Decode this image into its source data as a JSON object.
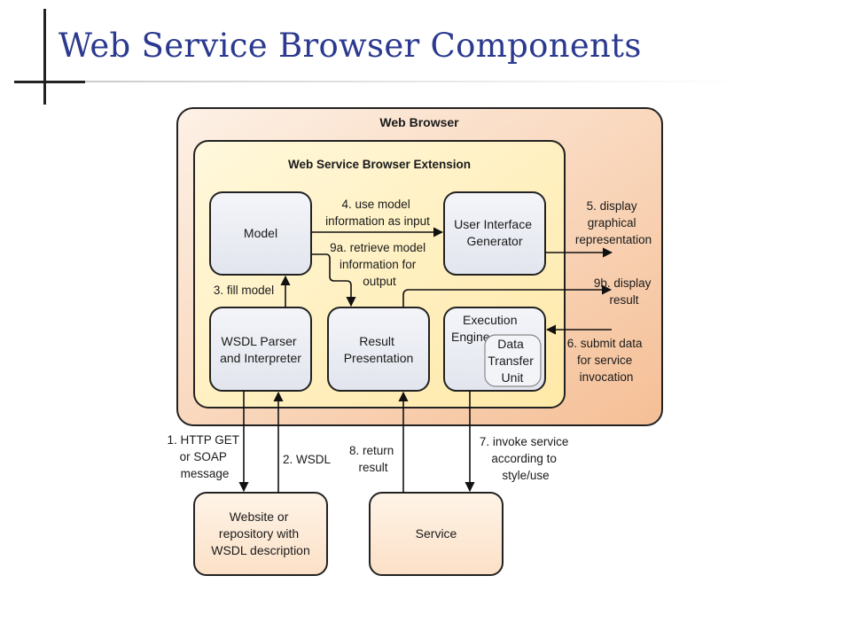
{
  "slide": {
    "title": "Web Service Browser Components"
  },
  "diagram": {
    "web_browser": "Web Browser",
    "extension": "Web Service Browser Extension",
    "boxes": {
      "model": [
        "Model"
      ],
      "ui_generator": [
        "User Interface",
        "Generator"
      ],
      "wsdl_parser": [
        "WSDL Parser",
        "and Interpreter"
      ],
      "result_presentation": [
        "Result",
        "Presentation"
      ],
      "execution_engine": [
        "Execution",
        "Engine"
      ],
      "data_transfer_unit": [
        "Data",
        "Transfer",
        "Unit"
      ],
      "website": [
        "Website or",
        "repository with",
        "WSDL description"
      ],
      "service": [
        "Service"
      ]
    },
    "edges": {
      "e1": [
        "1. HTTP GET",
        "or SOAP",
        "message"
      ],
      "e2": [
        "2. WSDL"
      ],
      "e3": [
        "3. fill model"
      ],
      "e4": [
        "4. use model",
        "information as input"
      ],
      "e5": [
        "5. display",
        "graphical",
        "representation"
      ],
      "e6": [
        "6. submit data",
        "for service",
        "invocation"
      ],
      "e7": [
        "7. invoke service",
        "according to",
        "style/use"
      ],
      "e8": [
        "8. return",
        "result"
      ],
      "e9a": [
        "9a. retrieve model",
        "information for",
        "output"
      ],
      "e9b": [
        "9b. display",
        "result"
      ]
    },
    "colors": {
      "title": "#2b3a8f",
      "browser_fill_from": "#fdeee2",
      "browser_fill_to": "#f6c39c",
      "extension_fill": "#fff2c4",
      "component_fill": "#eef0f5",
      "external_fill": "#fdebd8"
    }
  }
}
